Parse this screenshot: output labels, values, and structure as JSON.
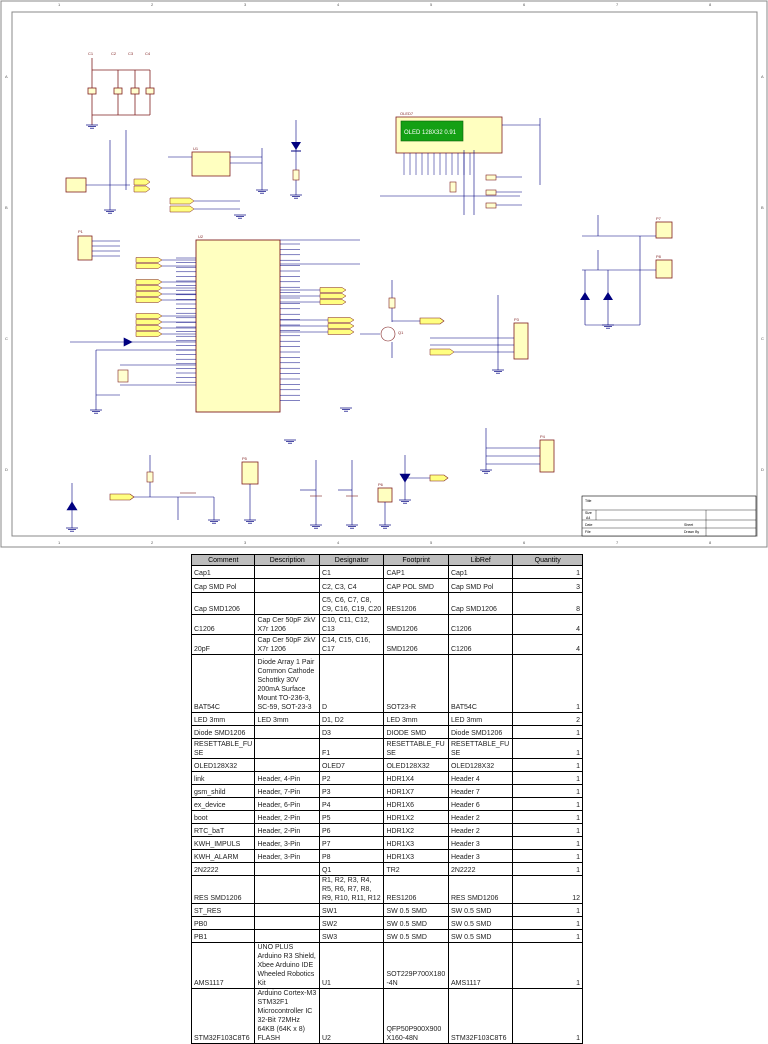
{
  "schematic": {
    "border_columns": [
      "1",
      "2",
      "3",
      "4",
      "5",
      "6",
      "7",
      "8"
    ],
    "border_rows": [
      "A",
      "B",
      "C",
      "D"
    ],
    "oled_label": "OLED 128X32 0.91",
    "component_refs": [
      "C1",
      "C2",
      "C3",
      "C4",
      "U1",
      "P1",
      "U2",
      "OLED7",
      "P2",
      "P3",
      "P4",
      "P5",
      "P6",
      "P7",
      "P8",
      "Q1",
      "D1",
      "D2",
      "D3",
      "F1",
      "SW1",
      "SW2",
      "SW3"
    ],
    "title_block": {
      "title_label": "Title",
      "size_label": "Size",
      "size_value": "A4",
      "date_label": "Date",
      "file_label": "File",
      "sheet_label": "Sheet",
      "drawn_label": "Drawn By"
    }
  },
  "bom": {
    "headers": [
      "Comment",
      "Description",
      "Designator",
      "Footprint",
      "LibRef",
      "Quantity"
    ],
    "rows": [
      [
        "Cap1",
        "",
        "C1",
        "CAP1",
        "Cap1",
        "1"
      ],
      [
        "Cap SMD Pol",
        "",
        "C2, C3, C4",
        "CAP POL SMD",
        "Cap SMD Pol",
        "3"
      ],
      [
        "Cap SMD1206",
        "",
        "C5, C6, C7, C8, C9, C16, C19, C20",
        "RES1206",
        "Cap SMD1206",
        "8"
      ],
      [
        "C1206",
        "Cap Cer 50pF 2kV X7r 1206",
        "C10, C11, C12, C13",
        "SMD1206",
        "C1206",
        "4"
      ],
      [
        "20pF",
        "Cap Cer 50pF 2kV X7r 1206",
        "C14, C15, C16, C17",
        "SMD1206",
        "C1206",
        "4"
      ],
      [
        "BAT54C",
        "Diode Array 1 Pair Common Cathode Schottky 30V 200mA Surface Mount TO-236-3, SC-59, SOT-23-3",
        "D",
        "SOT23-R",
        "BAT54C",
        "1"
      ],
      [
        "LED 3mm",
        "LED 3mm",
        "D1, D2",
        "LED 3mm",
        "LED 3mm",
        "2"
      ],
      [
        "Diode SMD1206",
        "",
        "D3",
        "DIODE SMD",
        "Diode SMD1206",
        "1"
      ],
      [
        "RESETTABLE_FUSE",
        "",
        "F1",
        "RESETTABLE_FUSE",
        "RESETTABLE_FUSE",
        "1"
      ],
      [
        "OLED128X32",
        "",
        "OLED7",
        "OLED128X32",
        "OLED128X32",
        "1"
      ],
      [
        "link",
        "Header, 4-Pin",
        "P2",
        "HDR1X4",
        "Header 4",
        "1"
      ],
      [
        "gsm_shild",
        "Header, 7-Pin",
        "P3",
        "HDR1X7",
        "Header 7",
        "1"
      ],
      [
        "ex_device",
        "Header, 6-Pin",
        "P4",
        "HDR1X6",
        "Header 6",
        "1"
      ],
      [
        "boot",
        "Header, 2-Pin",
        "P5",
        "HDR1X2",
        "Header 2",
        "1"
      ],
      [
        "RTC_baT",
        "Header, 2-Pin",
        "P6",
        "HDR1X2",
        "Header 2",
        "1"
      ],
      [
        "KWH_IMPULS",
        "Header, 3-Pin",
        "P7",
        "HDR1X3",
        "Header 3",
        "1"
      ],
      [
        "KWH_ALARM",
        "Header, 3-Pin",
        "P8",
        "HDR1X3",
        "Header 3",
        "1"
      ],
      [
        "2N2222",
        "",
        "Q1",
        "TR2",
        "2N2222",
        "1"
      ],
      [
        "RES SMD1206",
        "",
        "R1, R2, R3, R4, R5, R6, R7, R8, R9, R10, R11, R12",
        "RES1206",
        "RES SMD1206",
        "12"
      ],
      [
        "ST_RES",
        "",
        "SW1",
        "SW 0.5 SMD",
        "SW 0.5 SMD",
        "1"
      ],
      [
        "PB0",
        "",
        "SW2",
        "SW 0.5 SMD",
        "SW 0.5 SMD",
        "1"
      ],
      [
        "PB1",
        "",
        "SW3",
        "SW 0.5 SMD",
        "SW 0.5 SMD",
        "1"
      ],
      [
        "AMS1117",
        "UNO PLUS Arduino R3 Shield, Xbee Arduino IDE Wheeled Robotics Kit",
        "U1",
        "SOT229P700X180-4N",
        "AMS1117",
        "1"
      ],
      [
        "STM32F103C8T6",
        "Arduino Cortex-M3 STM32F1 Microcontroller IC 32-Bit 72MHz 64KB (64K x 8) FLASH",
        "U2",
        "QFP50P900X900X160-48N",
        "STM32F103C8T6",
        "1"
      ]
    ],
    "row_heights": [
      13,
      14,
      22,
      20,
      20,
      58,
      13,
      13,
      20,
      13,
      13,
      13,
      13,
      13,
      13,
      13,
      13,
      13,
      28,
      13,
      13,
      13,
      42,
      48
    ]
  }
}
